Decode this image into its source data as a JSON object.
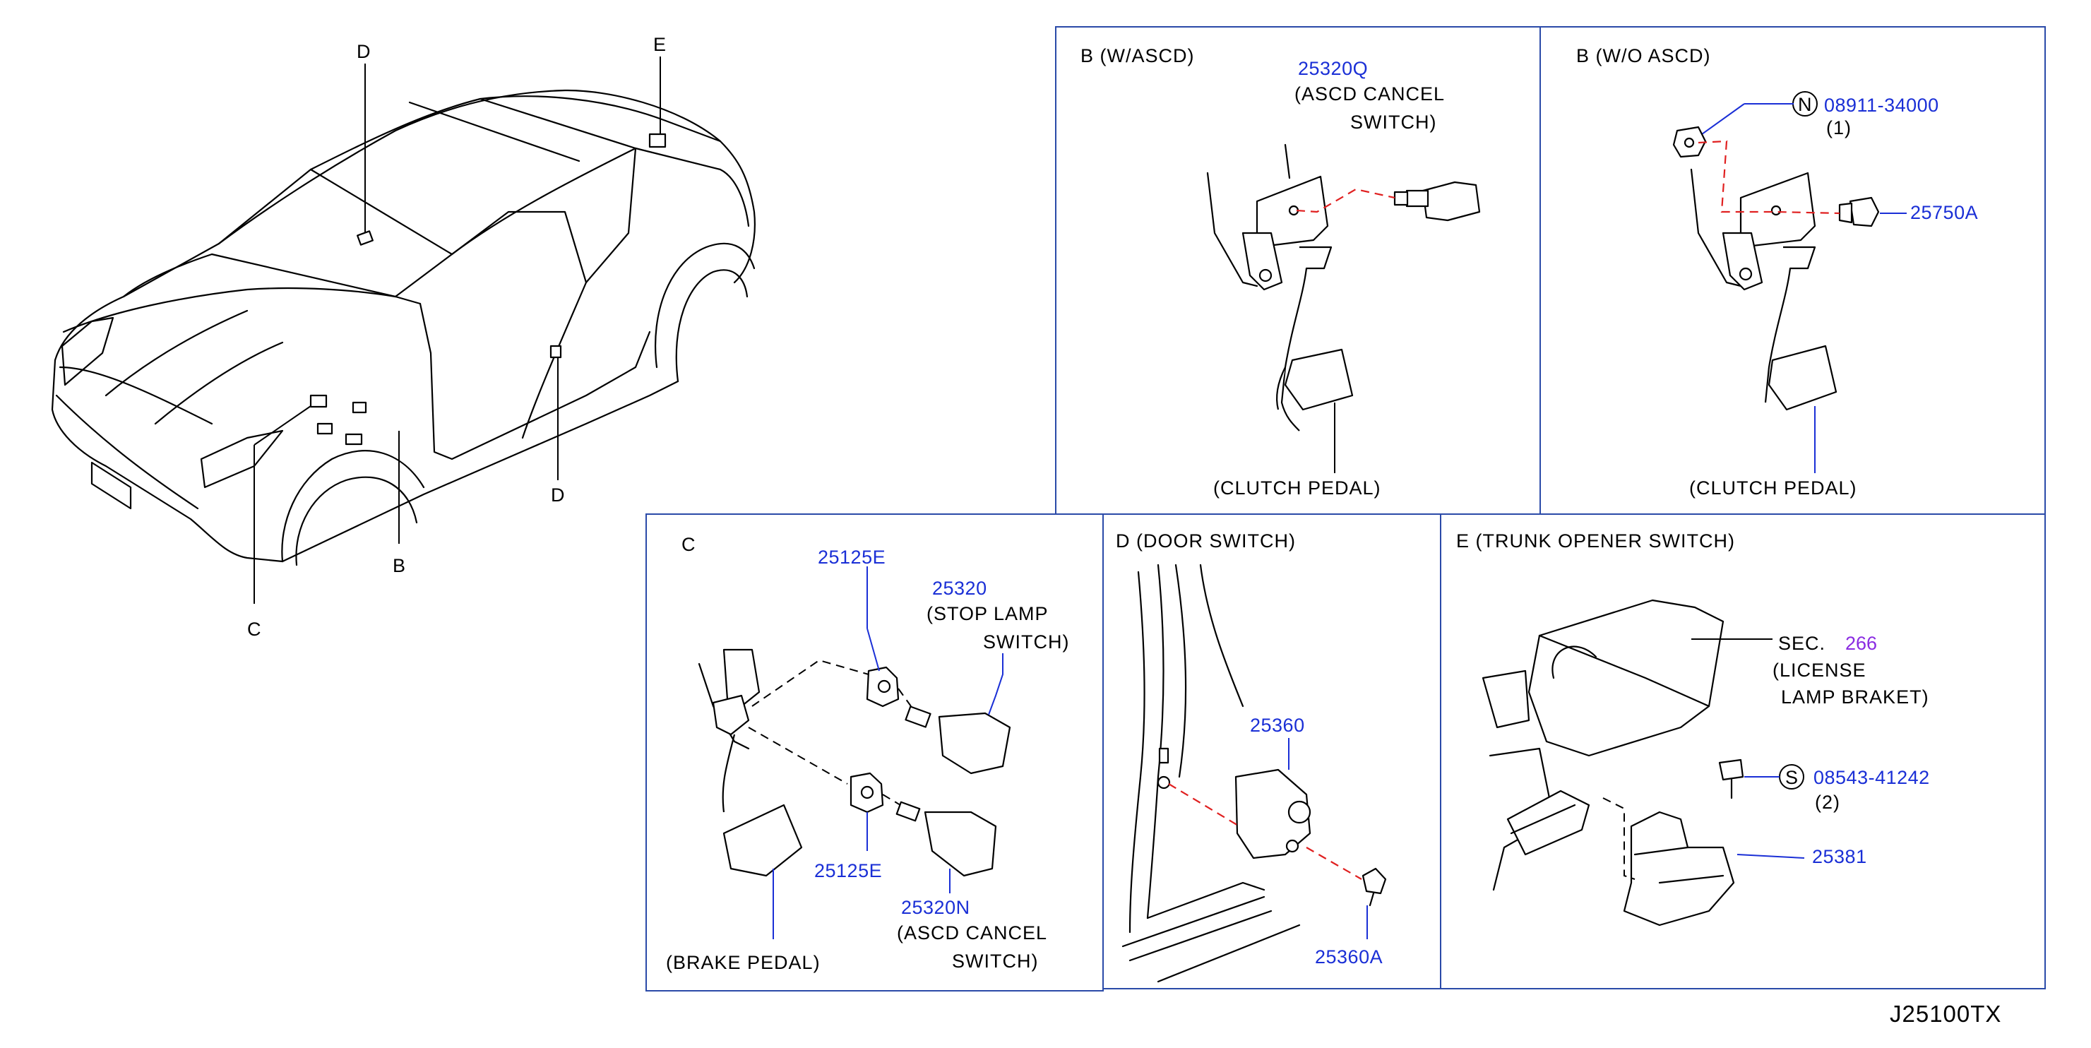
{
  "overview": {
    "callout_d_top": "D",
    "callout_e": "E",
    "callout_d_bottom": "D",
    "callout_b": "B",
    "callout_c": "C"
  },
  "panel_b_wascd": {
    "title": "B   (W/ASCD)",
    "part_number": "25320Q",
    "part_desc_line1": "(ASCD   CANCEL",
    "part_desc_line2": "SWITCH)",
    "pedal_label": "(CLUTCH   PEDAL)"
  },
  "panel_b_woascd": {
    "title": "B   (W/O   ASCD)",
    "nut_symbol": "N",
    "nut_part_number": "08911-34000",
    "nut_qty": "(1)",
    "plug_part_number": "25750A",
    "pedal_label": "(CLUTCH   PEDAL)"
  },
  "panel_c": {
    "title": "C",
    "clip_top_part_number": "25125E",
    "switch_part_number": "25320",
    "switch_desc_line1": "(STOP   LAMP",
    "switch_desc_line2": "SWITCH)",
    "clip_bottom_part_number": "25125E",
    "ascd_part_number": "25320N",
    "ascd_desc_line1": "(ASCD   CANCEL",
    "ascd_desc_line2": "SWITCH)",
    "pedal_label": "(BRAKE   PEDAL)"
  },
  "panel_d": {
    "title": "D   (DOOR   SWITCH)",
    "switch_part_number": "25360",
    "bolt_part_number": "25360A"
  },
  "panel_e": {
    "title": "E   (TRUNK   OPENER   SWITCH)",
    "sec_prefix": "SEC.",
    "sec_number": "266",
    "sec_desc_line1": "(LICENSE",
    "sec_desc_line2": "LAMP   BRAKET)",
    "screw_symbol": "S",
    "screw_part_number": "08543-41242",
    "screw_qty": "(2)",
    "switch_part_number": "25381"
  },
  "diagram_code": "J25100TX"
}
